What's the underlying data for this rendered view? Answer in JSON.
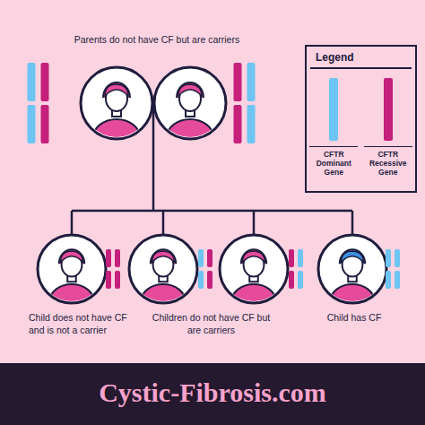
{
  "diagram": {
    "labels": [
      "Parents do not have CF but are carriers",
      "Legend",
      "Child does not have CF and is not a carrier",
      "Children do not have CF but are carriers",
      "Child has CF",
      "Cystic-Fibrosis.com"
    ],
    "legend": [
      {
        "text": "CFTR Dominant Gene",
        "color": "#6cc5f2"
      },
      {
        "text": "CFTR Recessive Gene",
        "color": "#c4207c"
      }
    ]
  }
}
